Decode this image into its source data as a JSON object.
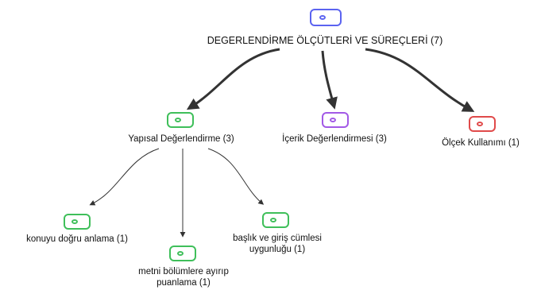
{
  "diagram": {
    "root": {
      "label": "DEGERLENDİRME ÖLÇÜTLERİ VE SÜREÇLERİ (7)",
      "color": "#5b63f0"
    },
    "level1": [
      {
        "label": "Yapısal Değerlendirme (3)",
        "color": "#3fbf5a"
      },
      {
        "label": "İçerik Değerlendirmesi (3)",
        "color": "#a259e6"
      },
      {
        "label": "Ölçek Kullanımı (1)",
        "color": "#e04a4a"
      }
    ],
    "level2": [
      {
        "label": "konuyu doğru anlama (1)",
        "color": "#3fbf5a"
      },
      {
        "label_line1": "metni bölümlere ayırıp",
        "label_line2": "puanlama (1)",
        "color": "#3fbf5a"
      },
      {
        "label_line1": "başlık ve giriş cümlesi",
        "label_line2": "uygunluğu (1)",
        "color": "#3fbf5a"
      }
    ],
    "edge_color": "#333333"
  }
}
